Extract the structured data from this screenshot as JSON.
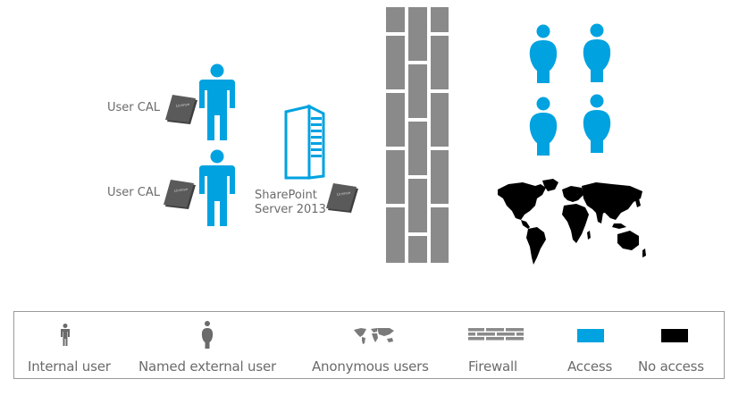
{
  "diagram": {
    "internal_users": [
      {
        "cal_label": "User CAL",
        "license_tag": "License"
      },
      {
        "cal_label": "User CAL",
        "license_tag": "License"
      }
    ],
    "server": {
      "label_line1": "SharePoint",
      "label_line2": "Server 2013",
      "license_tag": "License"
    }
  },
  "legend": {
    "internal_user": "Internal  user",
    "named_external_user": "Named  external  user",
    "anonymous_users": "Anonymous  users",
    "firewall": "Firewall",
    "access": "Access",
    "no_access": "No access"
  },
  "colors": {
    "access": "#00a2e0",
    "no_access": "#000000",
    "internal_user_icon": "#6b6b6b",
    "firewall": "#8a8a8a",
    "license_book": "#4d4d4d"
  }
}
